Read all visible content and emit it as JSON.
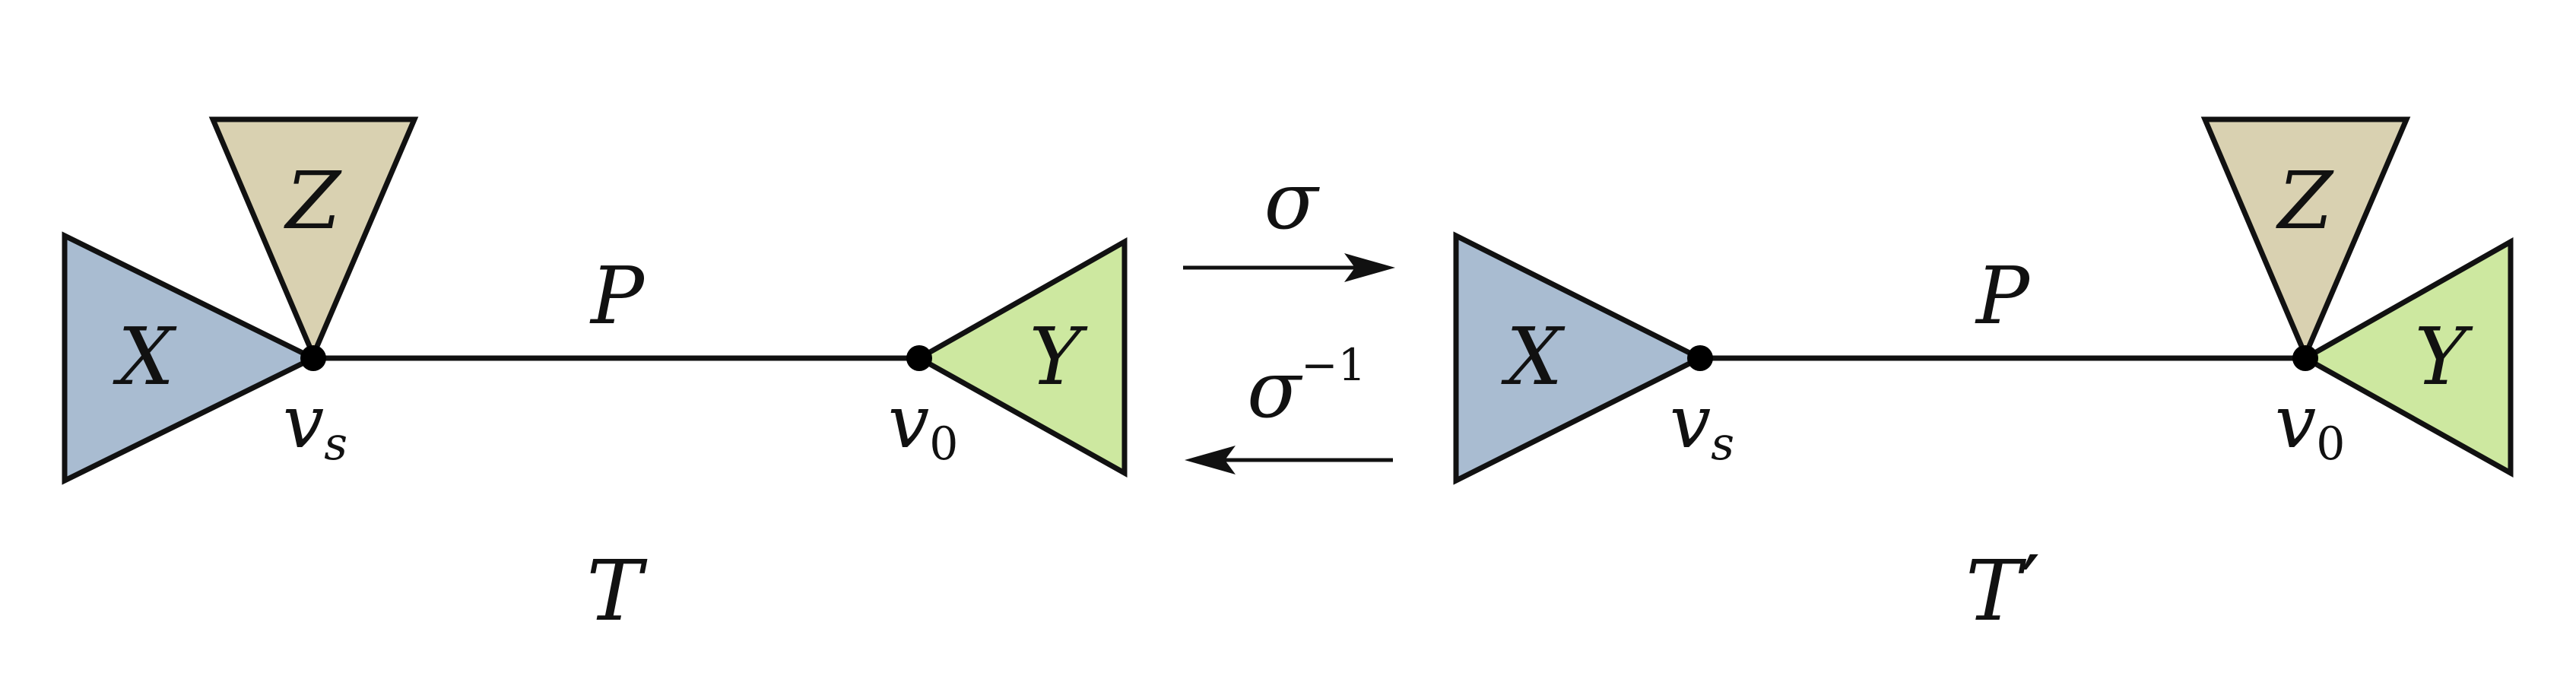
{
  "colors": {
    "X": "#a9bcd1",
    "Y": "#cde8a0",
    "Z": "#d9d1b1",
    "stroke": "#111111"
  },
  "left": {
    "label_X": "X",
    "label_Y": "Y",
    "label_Z": "Z",
    "label_P": "P",
    "vs_main": "v",
    "vs_sub": "s",
    "v0_main": "v",
    "v0_sub": "0",
    "tree_main": "T"
  },
  "right": {
    "label_X": "X",
    "label_Y": "Y",
    "label_Z": "Z",
    "label_P": "P",
    "vs_main": "v",
    "vs_sub": "s",
    "v0_main": "v",
    "v0_sub": "0",
    "tree_main": "T",
    "tree_prime": "′"
  },
  "arrows": {
    "forward_label": "σ",
    "inverse_main": "σ",
    "inverse_sup": "−1"
  }
}
